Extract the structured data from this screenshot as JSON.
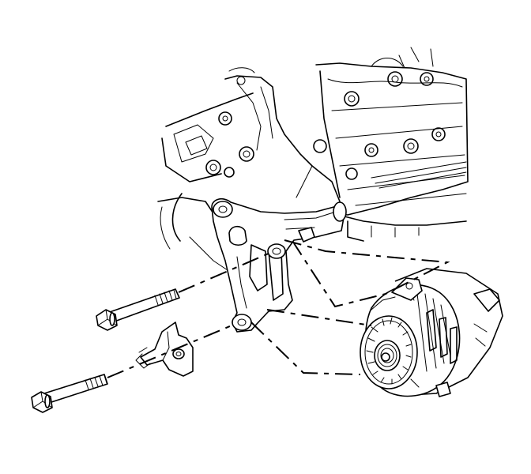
{
  "diagram": {
    "kind": "exploded assembly line drawing",
    "components": [
      "engine-block",
      "alternator-mounting-bracket",
      "upper-bolt",
      "lower-bolt",
      "spacer-bracket",
      "alternator"
    ],
    "connectors": [
      "upper-bolt-to-bracket",
      "lower-bolt-to-bracket",
      "alternator-to-upper-mount",
      "alternator-to-lower-mount"
    ]
  }
}
